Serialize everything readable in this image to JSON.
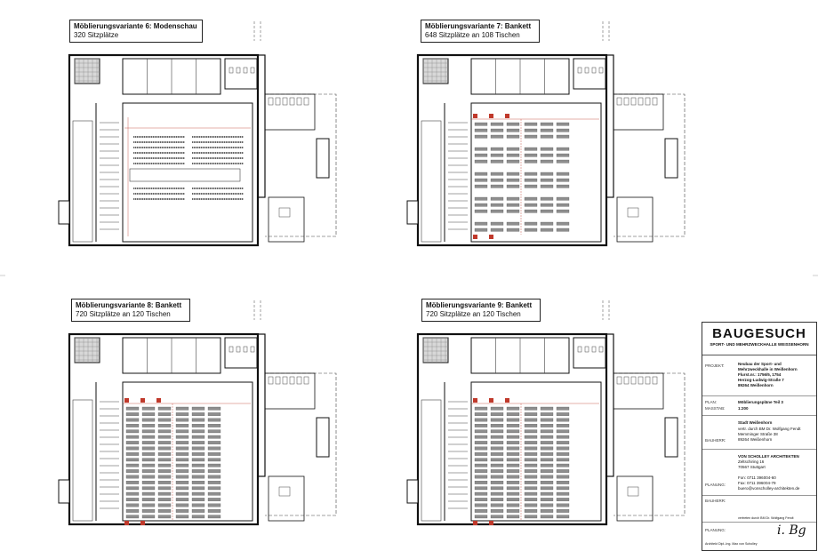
{
  "plans": [
    {
      "title": "Möblierungsvariante 6: Modenschau",
      "subtitle": "320 Sitzplätze",
      "layout": "catwalk"
    },
    {
      "title": "Möblierungsvariante 7: Bankett",
      "subtitle": "648 Sitzplätze an 108 Tischen",
      "layout": "banquet-7"
    },
    {
      "title": "Möblierungsvariante 8: Bankett",
      "subtitle": "720 Sitzplätze an 120 Tischen",
      "layout": "banquet-8"
    },
    {
      "title": "Möblierungsvariante 9: Bankett",
      "subtitle": "720 Sitzplätze an 120 Tischen",
      "layout": "banquet-9"
    }
  ],
  "titleblock": {
    "title": "BAUGESUCH",
    "subtitle": "SPORT- UND MEHRZWECKHALLE WEISSENHORN",
    "projekt_key": "PROJEKT:",
    "projekt_lines": [
      "Neubau der Sport- und",
      "Mehrzweckhalle in Weißenhorn",
      "Flurst.nr.: 1756/5, 1754",
      "Herzog-Ludwig-Straße 7",
      "89264 Weißenhorn"
    ],
    "plan_key": "PLAN:",
    "plan_value": "Möblierungspläne Teil 3",
    "massstab_key": "MASSTAB:",
    "massstab_value": "1:200",
    "bauherr_key": "BAUHERR:",
    "bauherr_lines": [
      "Stadt Weißenhorn",
      "vertr. durch BM Dr. Wolfgang Fendt",
      "Memminger Straße 38",
      "89264 Weißenhorn"
    ],
    "planung_key": "PLANUNG:",
    "planung_lines": [
      "VON SCHOLLEY ARCHITEKTEN",
      "Zeltschiring 16",
      "70567 Stuttgart",
      "",
      "Fon: 0711 396004-60",
      "Fax: 0711 396004-79",
      "buero@vonscholley-architekten.de"
    ],
    "bauherr2_key": "BAUHERR:",
    "bauherr2_sig": "vertreten durch BM Dr. Wolfgang Fendt",
    "planung2_key": "PLANUNG:",
    "planung2_sig": "Architekt Dipl.-Ing. Max von Scholley",
    "signature_text": "i. Bg"
  },
  "colors": {
    "wall": "#111111",
    "line": "#444444",
    "table": "#8e8e8e",
    "accent": "#c0392b"
  }
}
